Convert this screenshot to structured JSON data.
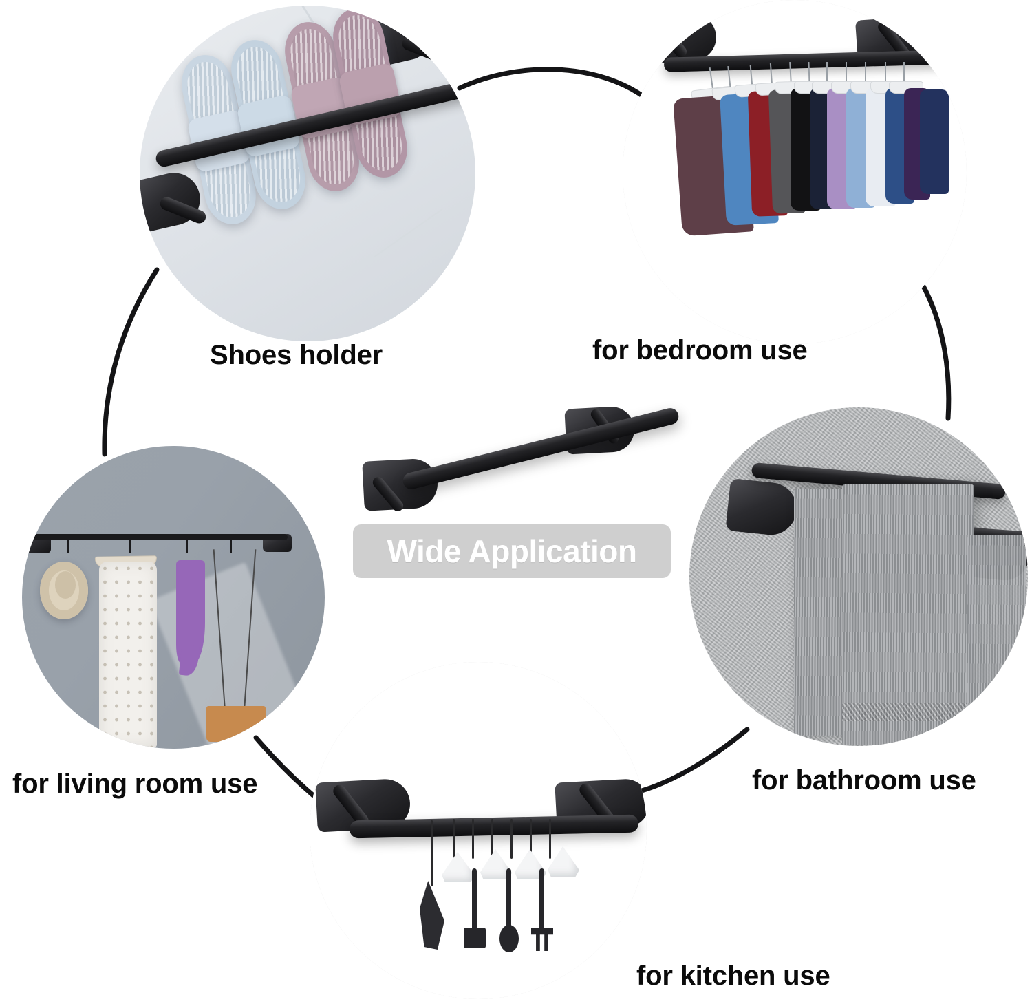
{
  "banner": {
    "text": "Wide Application",
    "bg_color": "#cfcfcf",
    "text_color": "#ffffff"
  },
  "ring": {
    "color": "#141416",
    "stroke_width": 7
  },
  "product": {
    "name": "matte-black-towel-bar",
    "finish_color": "#16161a"
  },
  "bubbles": [
    {
      "id": "shoes",
      "label": "Shoes holder",
      "scene": "two light-blue slippers and two mauve slippers hung over a black wall bar on a marble wall",
      "wall_color": "#dfe3e8",
      "items": [
        {
          "name": "slipper",
          "color": "#c9d6e2"
        },
        {
          "name": "slipper",
          "color": "#c3d2df"
        },
        {
          "name": "slipper",
          "color": "#b79dab"
        },
        {
          "name": "slipper",
          "color": "#b296a6"
        }
      ]
    },
    {
      "id": "bedroom",
      "label": "for bedroom use",
      "scene": "eleven t-shirts on white hangers hanging from the black bar",
      "wall_color": "#ffffff",
      "items": [
        {
          "name": "t-shirt",
          "color": "#5e3f48"
        },
        {
          "name": "t-shirt",
          "color": "#4f86c0"
        },
        {
          "name": "t-shirt",
          "color": "#8c1f26"
        },
        {
          "name": "t-shirt",
          "color": "#555558"
        },
        {
          "name": "t-shirt",
          "color": "#121214"
        },
        {
          "name": "t-shirt",
          "color": "#1b2236"
        },
        {
          "name": "t-shirt",
          "color": "#a98fc4"
        },
        {
          "name": "t-shirt",
          "color": "#8fb0d6"
        },
        {
          "name": "t-shirt",
          "color": "#e8ecf2"
        },
        {
          "name": "t-shirt",
          "color": "#2d4f87"
        },
        {
          "name": "t-shirt",
          "color": "#3b2555"
        },
        {
          "name": "t-shirt",
          "color": "#23325e"
        }
      ]
    },
    {
      "id": "living",
      "label": "for living room use",
      "scene": "grey wall rail holding a straw hat, a floral dress on a wood hanger, a purple scarf and a tan bag",
      "wall_color": "#98a0a9",
      "items": [
        {
          "name": "straw-hat",
          "color": "#ded3bd"
        },
        {
          "name": "floral-dress",
          "color": "#f2f0ec"
        },
        {
          "name": "purple-scarf",
          "color": "#9667b8"
        },
        {
          "name": "tan-bag",
          "color": "#c78a4e"
        }
      ]
    },
    {
      "id": "bathroom",
      "label": "for bathroom use",
      "scene": "grey textured stucco wall with grey terry towels draped over the black bar",
      "wall_color": "#b9bbbd",
      "items": [
        {
          "name": "bath-towel",
          "color": "#9fa2a5"
        },
        {
          "name": "hand-towel",
          "color": "#a5a8ab"
        }
      ]
    },
    {
      "id": "kitchen",
      "label": "for kitchen use",
      "scene": "black bar with S-hooks holding white cups, a dark cloth, a spatula, a spoon and a fork",
      "wall_color": "#ffffff",
      "items": [
        {
          "name": "dish-cloth",
          "color": "#2c2c30"
        },
        {
          "name": "cup",
          "color": "#f4f5f6"
        },
        {
          "name": "cup",
          "color": "#f4f5f6"
        },
        {
          "name": "cup",
          "color": "#f4f5f6"
        },
        {
          "name": "cup",
          "color": "#f4f5f6"
        },
        {
          "name": "spatula",
          "color": "#26262a"
        },
        {
          "name": "spoon",
          "color": "#26262a"
        },
        {
          "name": "fork",
          "color": "#26262a"
        }
      ]
    }
  ]
}
